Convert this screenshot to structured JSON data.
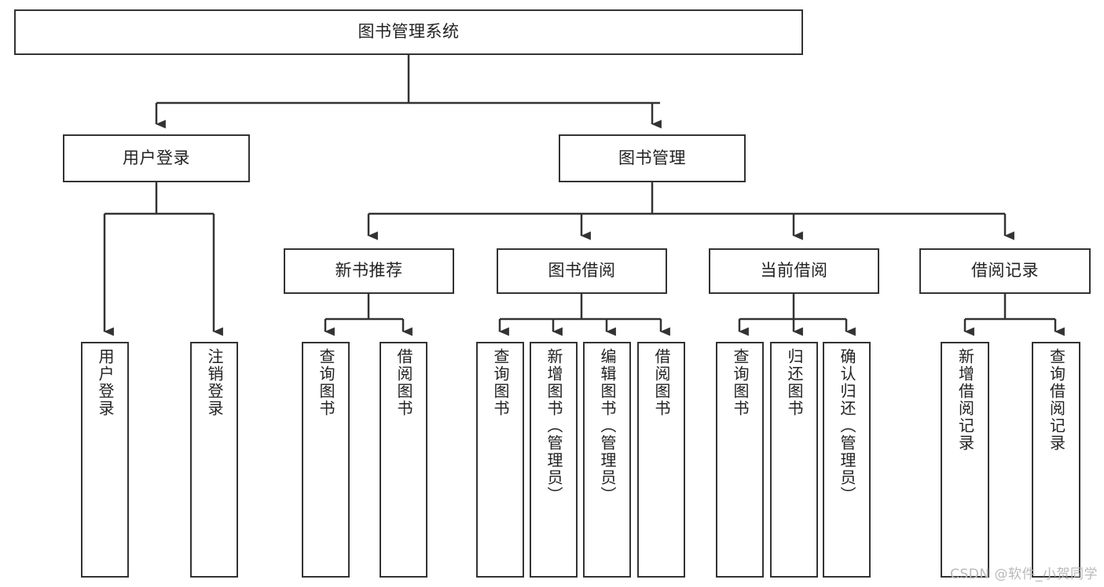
{
  "diagram": {
    "type": "tree-hierarchy",
    "title": "图书管理系统",
    "root": {
      "id": "root",
      "label": "图书管理系统",
      "orientation": "horizontal"
    },
    "level2": [
      {
        "id": "user-login",
        "label": "用户登录",
        "orientation": "horizontal"
      },
      {
        "id": "book-manage",
        "label": "图书管理",
        "orientation": "horizontal"
      }
    ],
    "level3": [
      {
        "id": "new-book-recommend",
        "label": "新书推荐",
        "orientation": "horizontal",
        "parent": "book-manage"
      },
      {
        "id": "book-borrow",
        "label": "图书借阅",
        "orientation": "horizontal",
        "parent": "book-manage"
      },
      {
        "id": "current-borrow",
        "label": "当前借阅",
        "orientation": "horizontal",
        "parent": "book-manage"
      },
      {
        "id": "borrow-record",
        "label": "借阅记录",
        "orientation": "horizontal",
        "parent": "book-manage"
      }
    ],
    "leaves": [
      {
        "id": "leaf-user-login",
        "label": "用户登录",
        "parent": "user-login"
      },
      {
        "id": "leaf-user-logout",
        "label": "注销登录",
        "parent": "user-login"
      },
      {
        "id": "leaf-query-book-1",
        "label": "查询图书",
        "parent": "new-book-recommend"
      },
      {
        "id": "leaf-borrow-book-1",
        "label": "借阅图书",
        "parent": "new-book-recommend"
      },
      {
        "id": "leaf-query-book-2",
        "label": "查询图书",
        "parent": "book-borrow"
      },
      {
        "id": "leaf-add-book",
        "label": "新增图书（管理员）",
        "parent": "book-borrow"
      },
      {
        "id": "leaf-edit-book",
        "label": "编辑图书（管理员）",
        "parent": "book-borrow"
      },
      {
        "id": "leaf-borrow-book-2",
        "label": "借阅图书",
        "parent": "book-borrow"
      },
      {
        "id": "leaf-query-book-3",
        "label": "查询图书",
        "parent": "current-borrow"
      },
      {
        "id": "leaf-return-book",
        "label": "归还图书",
        "parent": "current-borrow"
      },
      {
        "id": "leaf-confirm-return",
        "label": "确认归还（管理员）",
        "parent": "current-borrow"
      },
      {
        "id": "leaf-add-record",
        "label": "新增借阅记录",
        "parent": "borrow-record"
      },
      {
        "id": "leaf-query-record",
        "label": "查询借阅记录",
        "parent": "borrow-record"
      }
    ],
    "colors": {
      "stroke": "#333333",
      "box_fill": "#ffffff",
      "text": "#222222",
      "background": "#ffffff",
      "watermark": "#b9b9b9"
    }
  },
  "watermark": {
    "text": "CSDN @软件_小贺同学"
  }
}
